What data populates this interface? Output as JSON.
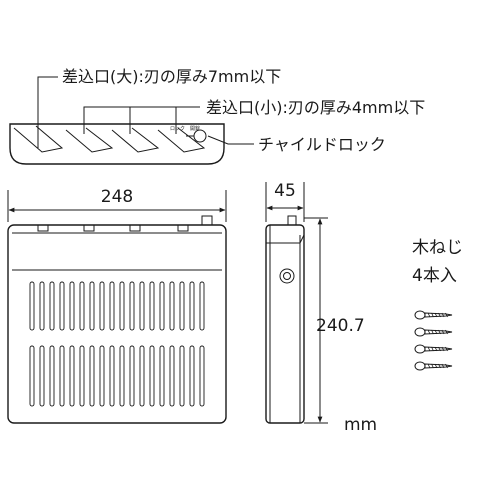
{
  "labels": {
    "slot_large": "差込口(大):刃の厚み7mm以下",
    "slot_small": "差込口(小):刃の厚み4mm以下",
    "child_lock": "チャイルドロック",
    "lock_mark": "ロック　開錠",
    "width": "248",
    "depth": "45",
    "height": "240.7",
    "unit": "mm",
    "screws_line1": "木ねじ",
    "screws_line2": "4本入"
  },
  "screws": {
    "count": 4
  },
  "vent_columns": 18
}
